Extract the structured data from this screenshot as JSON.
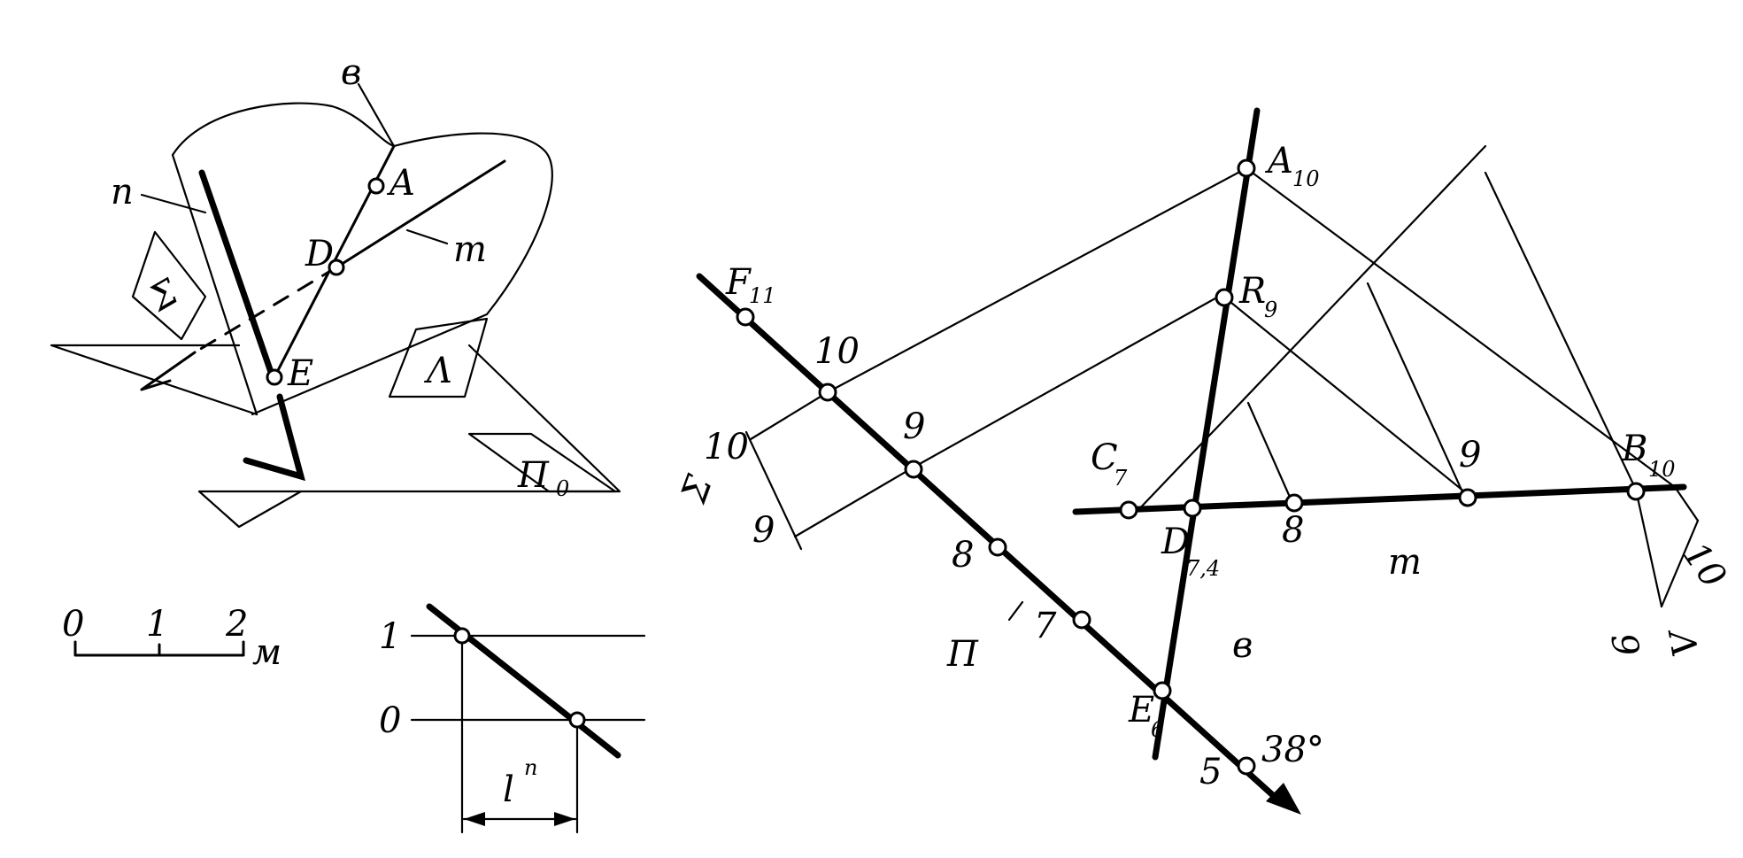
{
  "pictorial": {
    "labels": {
      "b": "в",
      "A": "A",
      "n": "n",
      "D": "D",
      "m": "m",
      "sigma": "Σ",
      "E": "E",
      "lambda": "Λ",
      "pi0_main": "П",
      "pi0_sub": "0"
    }
  },
  "scale_bar": {
    "t0": "0",
    "t1": "1",
    "t2": "2",
    "unit": "м"
  },
  "interval": {
    "l1": "1",
    "l0": "0",
    "len_main": "l",
    "len_sup": "n"
  },
  "projection": {
    "F": "F",
    "F_sub": "11",
    "A": "A",
    "A_sub": "10",
    "R": "R",
    "R_sub": "9",
    "C": "C",
    "C_sub": "7",
    "D": "D",
    "D_sub": "7,4",
    "E": "E",
    "E_sub": "6",
    "B": "B",
    "B_sub": "10",
    "n10": "10",
    "n9": "9",
    "n8": "8",
    "n7": "7",
    "n5": "5",
    "sig10": "10",
    "sig9": "9",
    "sig_label": "Σ",
    "m8": "8",
    "m9": "9",
    "m_label": "m",
    "lam10": "10",
    "lam9": "9",
    "lam_label": "Λ",
    "n_label": "П",
    "b_label": "в",
    "angle": "38°"
  }
}
